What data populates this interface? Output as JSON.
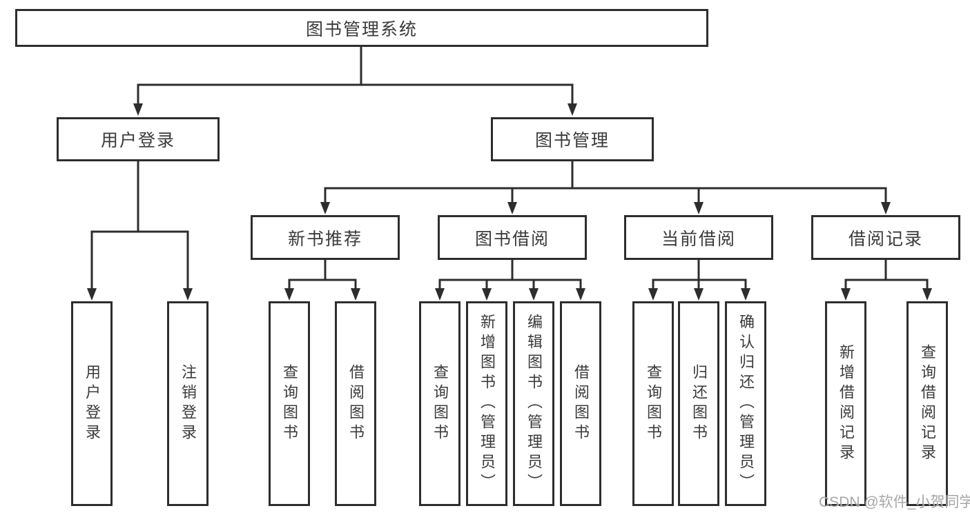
{
  "diagram": {
    "root": {
      "label": "图书管理系统"
    },
    "branches": [
      {
        "label": "用户登录",
        "children": [
          {
            "label": "用户登录"
          },
          {
            "label": "注销登录"
          }
        ]
      },
      {
        "label": "图书管理",
        "children": [
          {
            "label": "新书推荐",
            "children": [
              {
                "label": "查询图书"
              },
              {
                "label": "借阅图书"
              }
            ]
          },
          {
            "label": "图书借阅",
            "children": [
              {
                "label": "查询图书"
              },
              {
                "label": "新增图书（管理员）"
              },
              {
                "label": "编辑图书（管理员）"
              },
              {
                "label": "借阅图书"
              }
            ]
          },
          {
            "label": "当前借阅",
            "children": [
              {
                "label": "查询图书"
              },
              {
                "label": "归还图书"
              },
              {
                "label": "确认归还（管理员）"
              }
            ]
          },
          {
            "label": "借阅记录",
            "children": [
              {
                "label": "新增借阅记录"
              },
              {
                "label": "查询借阅记录"
              }
            ]
          }
        ]
      }
    ]
  },
  "watermark": {
    "text": "CSDN @软件_小贺同学"
  },
  "colors": {
    "line": "#2d2d2d",
    "box_border": "#2d2d2d",
    "text": "#3a3a3a",
    "watermark": "#9d9d9d",
    "background": "#ffffff"
  }
}
